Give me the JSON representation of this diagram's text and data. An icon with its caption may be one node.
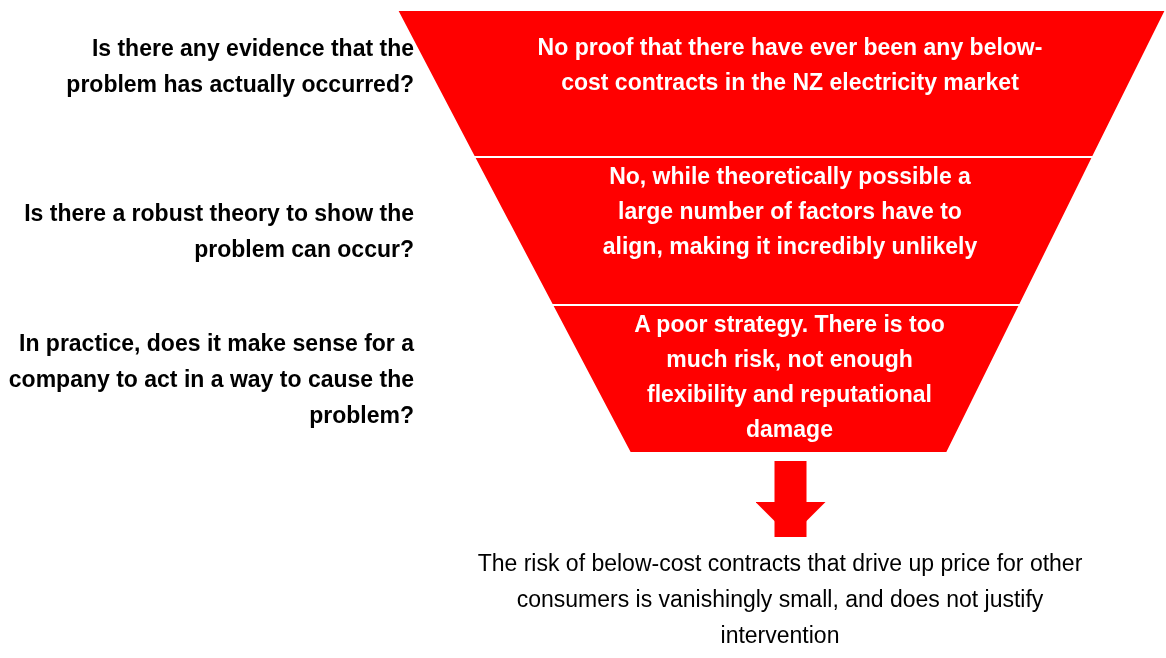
{
  "diagram": {
    "nodes": [
      {
        "text": [
          "No proof that there have ever been any below-cost contracts in the NZ electricity market"
        ]
      },
      {
        "text": [
          "No, while theoretically possible a large number of factors have to align, making it incredibly unlikely"
        ]
      },
      {
        "text": [
          "A poor strategy. There is too much risk, not enough flexibility and reputational damage"
        ]
      },
      {
        "text": [
          "The risk of below-cost contracts that drive up price for other consumers is vanishingly small, and does not justify intervention"
        ]
      }
    ],
    "edges": [
      {
        "from": 2,
        "to": 3,
        "arrow": "to"
      }
    ],
    "labels": [
      "Is there any evidence that the problem has actually occurred?",
      "Is there a robust theory to show the problem can occur?",
      "In practice, does it make sense for a company to act in a way to cause the problem?"
    ]
  }
}
